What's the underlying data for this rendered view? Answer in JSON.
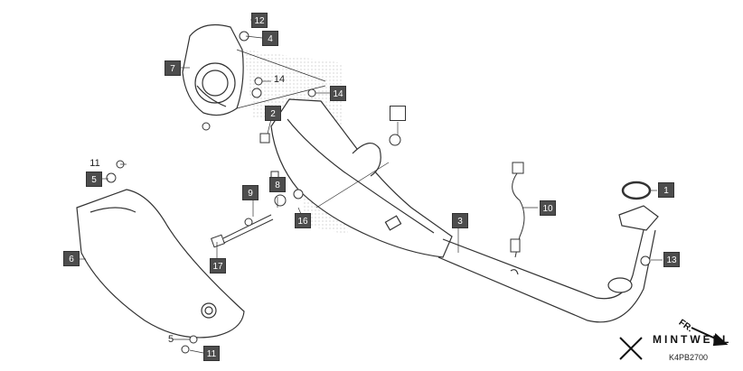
{
  "callouts": [
    {
      "id": "c12",
      "label": "12"
    },
    {
      "id": "c4",
      "label": "4"
    },
    {
      "id": "c7",
      "label": "7"
    },
    {
      "id": "c14a",
      "label": "14"
    },
    {
      "id": "c14b",
      "label": "14"
    },
    {
      "id": "c2",
      "label": "2"
    },
    {
      "id": "cblank",
      "label": ""
    },
    {
      "id": "c11a",
      "label": "11"
    },
    {
      "id": "c5a",
      "label": "5"
    },
    {
      "id": "c9",
      "label": "9"
    },
    {
      "id": "c8",
      "label": "8"
    },
    {
      "id": "c16",
      "label": "16"
    },
    {
      "id": "c3",
      "label": "3"
    },
    {
      "id": "c10",
      "label": "10"
    },
    {
      "id": "c1",
      "label": "1"
    },
    {
      "id": "c13",
      "label": "13"
    },
    {
      "id": "c6",
      "label": "6"
    },
    {
      "id": "c17",
      "label": "17"
    },
    {
      "id": "c5b",
      "label": "5"
    },
    {
      "id": "c11b",
      "label": "11"
    }
  ],
  "brand": "MINTWELL",
  "part_code": "K4PB2700",
  "direction": "FR.",
  "colors": {
    "line": "#333333",
    "callout_fill": "#4d4d4d",
    "stipple": "#bbbbbb"
  }
}
